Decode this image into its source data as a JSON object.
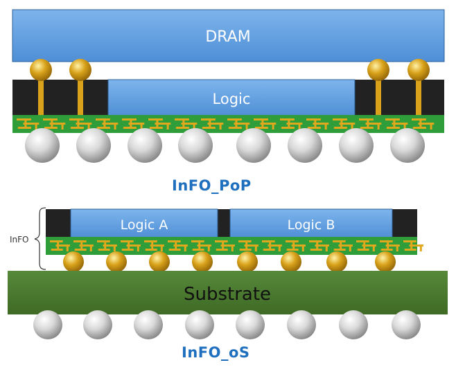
{
  "top_diagram": {
    "dram_label": "DRAM",
    "logic_label": "Logic",
    "caption": "InFO_PoP"
  },
  "bottom_diagram": {
    "logic_a_label": "Logic A",
    "logic_b_label": "Logic B",
    "info_label": "InFO",
    "substrate_label": "Substrate",
    "caption": "InFO_oS"
  },
  "colors": {
    "die_blue": "#6aa6e3",
    "mold_black": "#222222",
    "rdl_green": "#2f9e3a",
    "copper_gold": "#e0a81c",
    "substrate_green": "#4b7a2e"
  }
}
